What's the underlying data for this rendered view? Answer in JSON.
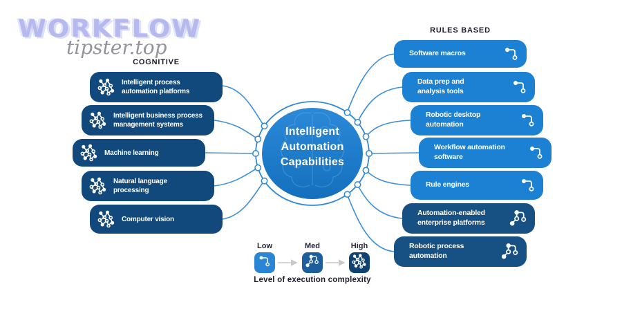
{
  "watermark": {
    "brand": "WORKFLOW",
    "site": "tipster.top"
  },
  "diagram": {
    "center": {
      "title": "Intelligent Automation Capabilities",
      "lines": [
        "Intelligent",
        "Automation",
        "Capabilities"
      ]
    },
    "left": {
      "header": "COGNITIVE",
      "complexity": "high",
      "items": [
        {
          "label": "Intelligent process\nautomation platforms"
        },
        {
          "label": "Intelligent business process\nmanagement systems"
        },
        {
          "label": "Machine learning"
        },
        {
          "label": "Natural language\nprocessing"
        },
        {
          "label": "Computer vision"
        }
      ]
    },
    "right": {
      "header": "RULES BASED",
      "items": [
        {
          "label": "Software macros",
          "complexity": "low"
        },
        {
          "label": "Data prep and\nanalysis tools",
          "complexity": "low"
        },
        {
          "label": "Robotic desktop\nautomation",
          "complexity": "low"
        },
        {
          "label": "Workflow automation\nsoftware",
          "complexity": "low"
        },
        {
          "label": "Rule engines",
          "complexity": "low"
        },
        {
          "label": "Automation-enabled\nenterprise platforms",
          "complexity": "med"
        },
        {
          "label": "Robotic process\nautomation",
          "complexity": "med"
        }
      ]
    },
    "legend": {
      "caption": "Level of execution complexity",
      "levels": [
        {
          "label": "Low",
          "color": "#2b85d6"
        },
        {
          "label": "Med",
          "color": "#1d5e9c"
        },
        {
          "label": "High",
          "color": "#0f4272"
        }
      ]
    }
  },
  "colors": {
    "navy_card": "#11497c",
    "medium_card": "#175183",
    "bright_card": "#1c80d3",
    "connector_blue": "#3e90d8",
    "hub_fill_top": "#2b89d8",
    "hub_fill_bottom": "#1470bd",
    "watermark_brand": "#b5b9ed",
    "watermark_site": "#94939b",
    "header_text": "#1b1b2b"
  }
}
